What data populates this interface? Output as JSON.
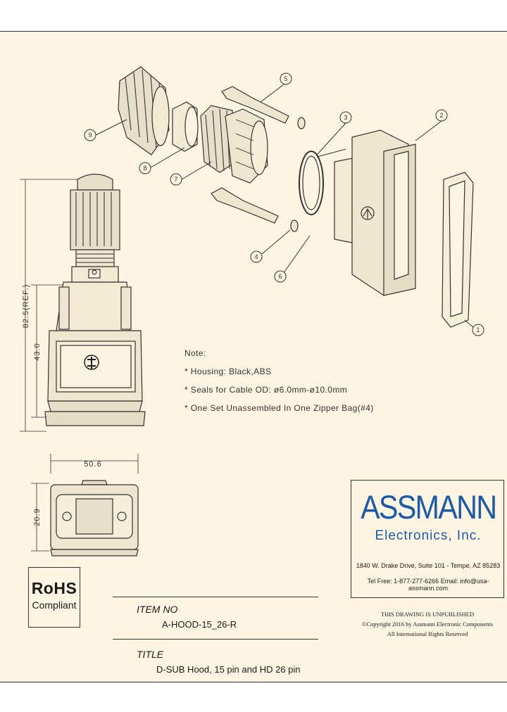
{
  "drawing": {
    "callouts": [
      "9",
      "5",
      "3",
      "2",
      "8",
      "7",
      "4",
      "6",
      "1"
    ],
    "icon": "hood-logo-icon"
  },
  "dimensions": {
    "overall_height": "82.5(REF.)",
    "body_height": "43.0",
    "width": "50.6",
    "depth": "20.9"
  },
  "notes": {
    "heading": "Note:",
    "lines": [
      "*  Housing: Black,ABS",
      "*  Seals for Cable OD: ø6.0mm-ø10.0mm",
      "*  One Set Unassembled In One Zipper Bag(#4)"
    ]
  },
  "rohs": {
    "title": "RoHS",
    "subtitle": "Compliant"
  },
  "title_block": {
    "item_label": "ITEM NO",
    "item_value": "A-HOOD-15_26-R",
    "title_label": "TITLE",
    "title_value": "D-SUB Hood, 15 pin and HD 26 pin"
  },
  "company": {
    "name": "ASSMANN",
    "sub": "Electronics, Inc.",
    "address": "1840 W. Drake Drive, Suite 101 - Tempe, AZ 85283",
    "contact": "Tel Free: 1-877-277-6266   Email: info@usa-assmann.com",
    "brand_color": "#1d5aa8"
  },
  "legal": {
    "line1": "THIS DRAWING IS UNPUBLISHED",
    "line2": "©Copyright 2016 by Assmann Electronic Components",
    "line3": "All International Rights Reserved"
  }
}
